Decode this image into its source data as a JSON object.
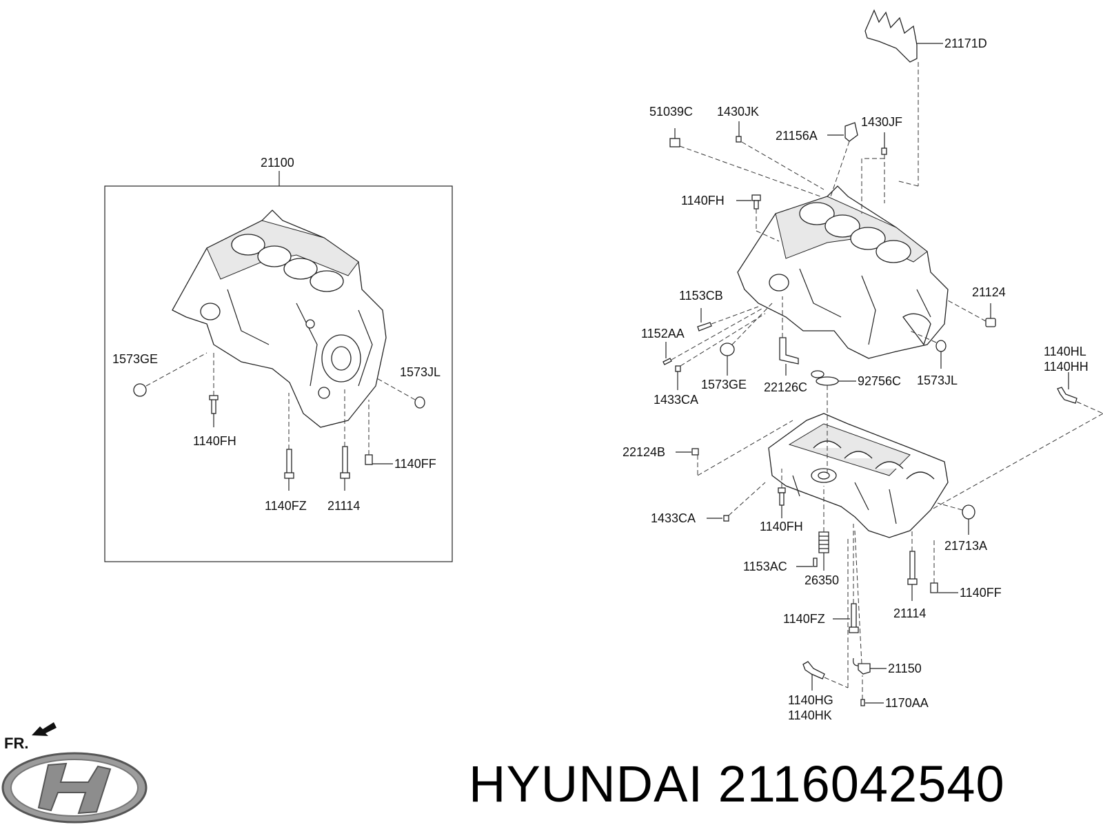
{
  "brand": {
    "text": "HYUNDAI 2116042540"
  },
  "orientation": {
    "label": "FR."
  },
  "assembly_box": {
    "label": "21100"
  },
  "left_labels": {
    "l1573ge": "1573GE",
    "l1573jl": "1573JL",
    "l1140fh": "1140FH",
    "l1140ff": "1140FF",
    "l1140fz": "1140FZ",
    "l21114": "21114"
  },
  "right_labels": {
    "l21171d": "21171D",
    "l51039c": "51039C",
    "l1430jk": "1430JK",
    "l21156a": "21156A",
    "l1430jf": "1430JF",
    "l1140fh_top": "1140FH",
    "l1153cb": "1153CB",
    "l21124": "21124",
    "l1152aa": "1152AA",
    "l1573ge": "1573GE",
    "l22126c": "22126C",
    "l92756c": "92756C",
    "l1573jl": "1573JL",
    "l1433ca_top": "1433CA",
    "l1140hl": "1140HL",
    "l1140hh": "1140HH",
    "l22124b": "22124B",
    "l1433ca_bot": "1433CA",
    "l1140fh_bot": "1140FH",
    "l21713a": "21713A",
    "l1153ac": "1153AC",
    "l26350": "26350",
    "l1140ff": "1140FF",
    "l21114": "21114",
    "l1140fz": "1140FZ",
    "l21150": "21150",
    "l1140hg": "1140HG",
    "l1140hk": "1140HK",
    "l1170aa": "1170AA"
  }
}
